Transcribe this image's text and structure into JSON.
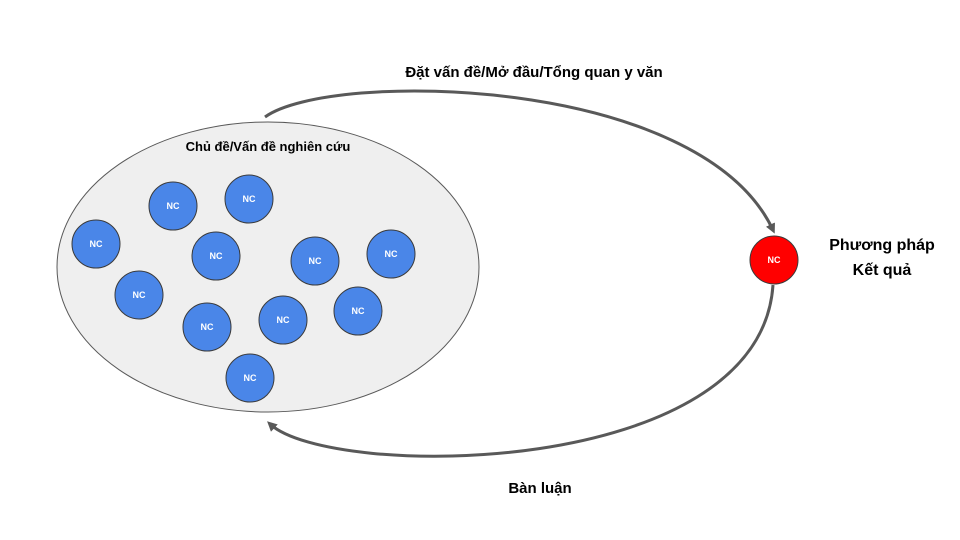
{
  "labels": {
    "top_arrow": "Đặt vấn đề/Mở đầu/Tổng quan y văn",
    "bottom_arrow": "Bàn luận",
    "topic": "Chủ đề/Vấn đề nghiên cứu",
    "right_line1": "Phương pháp",
    "right_line2": "Kết quả"
  },
  "nodes": {
    "label": "NC",
    "blue_count": 11,
    "highlight_count": 1
  },
  "colors": {
    "blue_node": "#4a86e8",
    "red_node": "#ff0000",
    "topic_fill": "#efefef",
    "arrow": "#595959"
  }
}
